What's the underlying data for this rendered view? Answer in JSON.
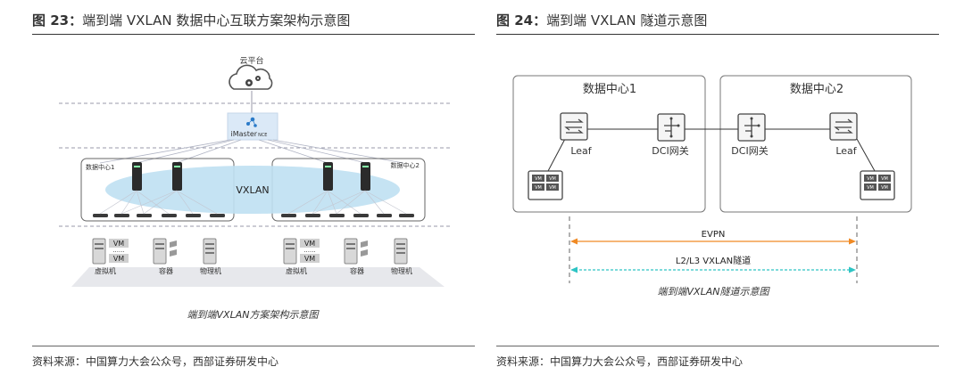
{
  "left_figure": {
    "title_prefix": "图 23：",
    "title_text": "端到端 VXLAN 数据中心互联方案架构示意图",
    "cloud_label": "云平台",
    "controller_label": "iMaster",
    "controller_sub": "NCE",
    "dc1_label": "数据中心1",
    "dc2_label": "数据中心2",
    "vxlan_label": "VXLAN",
    "vm_label": "VM",
    "vm_dots": "......",
    "host_labels": [
      "虚拟机",
      "容器",
      "物理机",
      "虚拟机",
      "容器",
      "物理机"
    ],
    "caption": "端到端VXLAN方案架构示意图",
    "source": "资料来源：中国算力大会公众号，西部证券研发中心"
  },
  "right_figure": {
    "title_prefix": "图 24：",
    "title_text": "端到端 VXLAN 隧道示意图",
    "dc1_label": "数据中心1",
    "dc2_label": "数据中心2",
    "leaf_label": "Leaf",
    "dci_label": "DCI网关",
    "vm_label": "VM",
    "evpn_label": "EVPN",
    "tunnel_label": "L2/L3 VXLAN隧道",
    "caption": "端到端VXLAN隧道示意图",
    "source": "资料来源：中国算力大会公众号，西部证券研发中心"
  },
  "colors": {
    "evpn": "#f08a24",
    "tunnel": "#2ec4c4",
    "vxlan_ellipse": "#bfe0f2",
    "controller": "#dbe9f7"
  }
}
